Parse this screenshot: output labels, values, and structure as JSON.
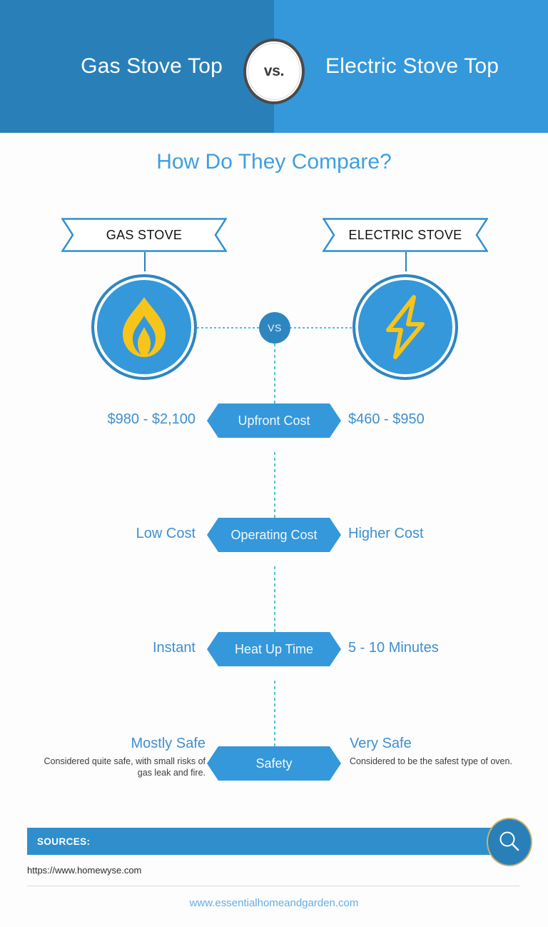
{
  "header": {
    "left_title": "Gas Stove Top",
    "right_title": "Electric Stove Top",
    "vs_badge": "vs.",
    "left_color": "#2980b9",
    "right_color": "#3498db"
  },
  "section_title": "How Do They Compare?",
  "banners": {
    "left": "GAS STOVE",
    "right": "ELECTRIC STOVE"
  },
  "icons": {
    "left_icon": "gas-flame-icon",
    "right_icon": "lightning-bolt-icon",
    "icon_color": "#F7C41B",
    "circle_color": "#3498db"
  },
  "vs_node": {
    "label": "VS",
    "color": "#2e86c1"
  },
  "comparisons": [
    {
      "label": "Upfront Cost",
      "left_value": "$980 - $2,100",
      "right_value": "$460 - $950",
      "left_detail": "",
      "right_detail": ""
    },
    {
      "label": "Operating Cost",
      "left_value": "Low Cost",
      "right_value": "Higher Cost",
      "left_detail": "",
      "right_detail": ""
    },
    {
      "label": "Heat Up Time",
      "left_value": "Instant",
      "right_value": "5 - 10 Minutes",
      "left_detail": "",
      "right_detail": ""
    },
    {
      "label": "Safety",
      "left_value": "Mostly Safe",
      "right_value": "Very Safe",
      "left_detail": "Considered quite safe, with small risks of gas leak and fire.",
      "right_detail": "Considered to be the safest type of oven."
    }
  ],
  "sources": {
    "heading": "SOURCES:",
    "search_icon": "magnifier-icon",
    "links": [
      "https://www.homewyse.com"
    ]
  },
  "footer": {
    "site_url": "www.essentialhomeandgarden.com"
  },
  "palette": {
    "accent_blue": "#3498db",
    "deep_blue": "#2980b9",
    "text_blue": "#3e8fd0",
    "dotted_teal": "#4cc4cc",
    "yellow": "#F7C41B"
  }
}
